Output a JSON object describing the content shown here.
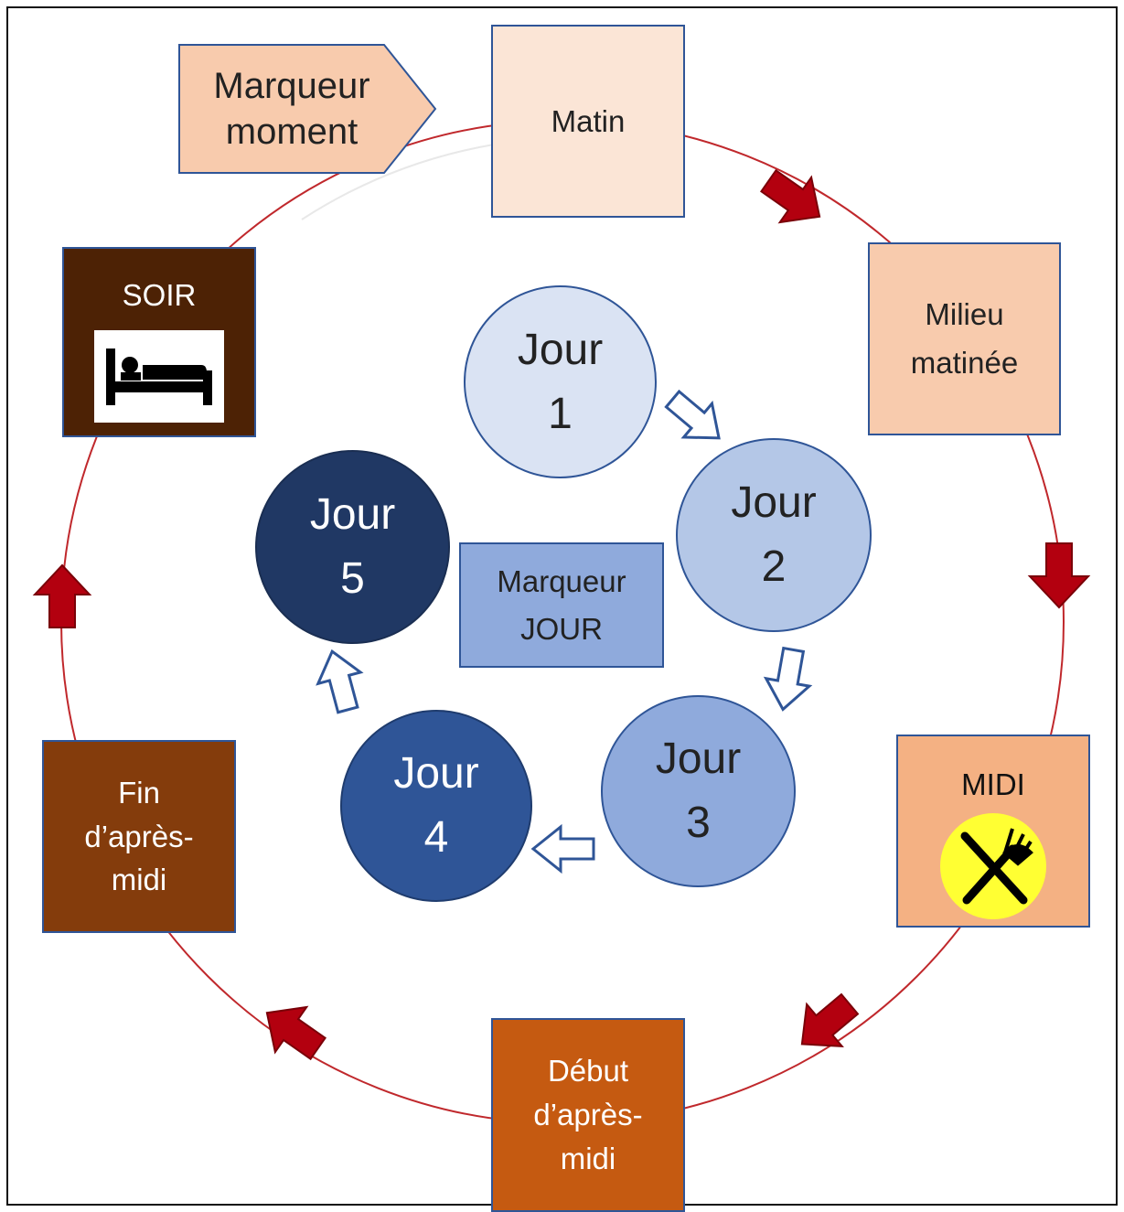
{
  "markers": {
    "moment": {
      "line1": "Marqueur",
      "line2": "moment"
    },
    "jour": {
      "line1": "Marqueur",
      "line2": "JOUR"
    }
  },
  "moments": {
    "matin": {
      "label": "Matin"
    },
    "milieu_matinee": {
      "line1": "Milieu",
      "line2": "matinée"
    },
    "midi": {
      "label": "MIDI",
      "icon": "fork-knife-icon"
    },
    "debut_apres_midi": {
      "line1": "Début",
      "line2": "d’après-",
      "line3": "midi"
    },
    "fin_apres_midi": {
      "line1": "Fin",
      "line2": "d’après-",
      "line3": "midi"
    },
    "soir": {
      "label": "SOIR",
      "icon": "bed-icon"
    }
  },
  "jours": [
    {
      "line1": "Jour",
      "line2": "1"
    },
    {
      "line1": "Jour",
      "line2": "2"
    },
    {
      "line1": "Jour",
      "line2": "3"
    },
    {
      "line1": "Jour",
      "line2": "4"
    },
    {
      "line1": "Jour",
      "line2": "5"
    }
  ],
  "colors": {
    "ring": "#c0282c",
    "cycle_arrow": "#b3000f",
    "day_arrow": "#2f5597",
    "matin": "#fbe5d6",
    "milieu_matinee": "#f8cbad",
    "midi": "#f4b183",
    "debut_apres_midi": "#c55a11",
    "fin_apres_midi": "#843c0c",
    "soir": "#4d2205",
    "jour1": "#dae3f3",
    "jour2": "#b4c7e7",
    "jour3": "#8faadc",
    "jour4": "#2f5597",
    "jour5": "#203864",
    "marqueur_jour": "#8faadc"
  }
}
